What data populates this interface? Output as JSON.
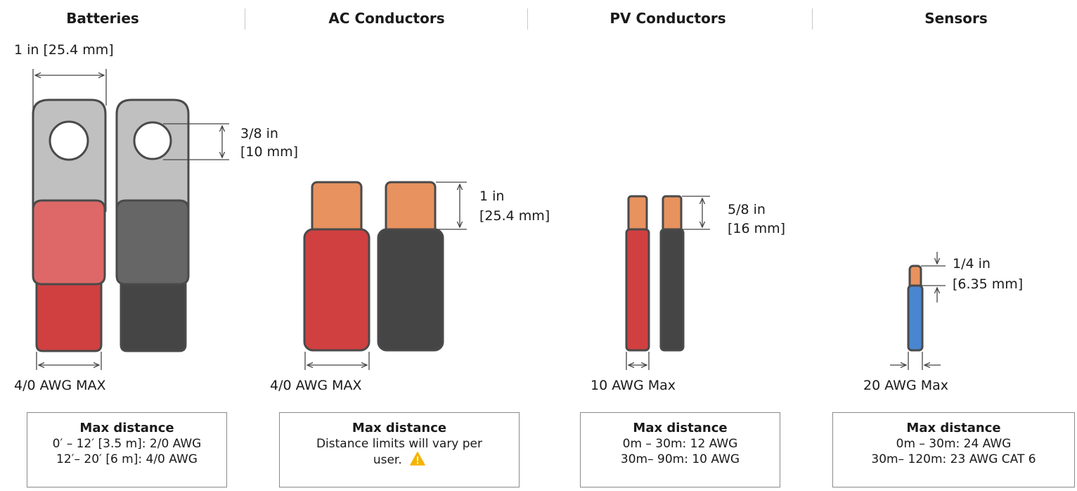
{
  "columns": {
    "batteries": {
      "title": "Batteries",
      "width_dim": "1 in [25.4 mm]",
      "hole_dim_line1": "3/8 in",
      "hole_dim_line2": "[10 mm]",
      "gauge": "4/0 AWG MAX",
      "box_title": "Max distance",
      "box_line1": "0′ – 12′ [3.5 m]:   2/0 AWG",
      "box_line2": "12′– 20′ [6 m]: 4/0 AWG"
    },
    "ac": {
      "title": "AC Conductors",
      "strip_dim_line1": "1 in",
      "strip_dim_line2": "[25.4 mm]",
      "gauge": "4/0 AWG MAX",
      "box_title": "Max distance",
      "box_line1": "Distance limits will vary per",
      "box_line2": "user."
    },
    "pv": {
      "title": "PV Conductors",
      "strip_dim_line1": "5/8 in",
      "strip_dim_line2": "[16 mm]",
      "gauge": "10 AWG Max",
      "box_title": "Max distance",
      "box_line1": "0m – 30m:   12 AWG",
      "box_line2": "30m– 90m: 10 AWG"
    },
    "sensors": {
      "title": "Sensors",
      "strip_dim_line1": "1/4 in",
      "strip_dim_line2": "[6.35 mm]",
      "gauge": "20 AWG Max",
      "box_title": "Max distance",
      "box_line1": "0m – 30m:   24 AWG",
      "box_line2": "30m– 120m: 23 AWG CAT 6"
    }
  },
  "icons": {
    "warning": "warning-triangle-icon"
  },
  "colors": {
    "lug_gray": "#c0c0c0",
    "outline": "#4a4a4a",
    "red_sleeve": "#d04040",
    "red_sleeve_light": "#de6868",
    "black_sleeve": "#454545",
    "black_sleeve_light": "#666666",
    "copper": "#e8925f",
    "blue": "#4a86d0",
    "warning": "#f5b400"
  }
}
